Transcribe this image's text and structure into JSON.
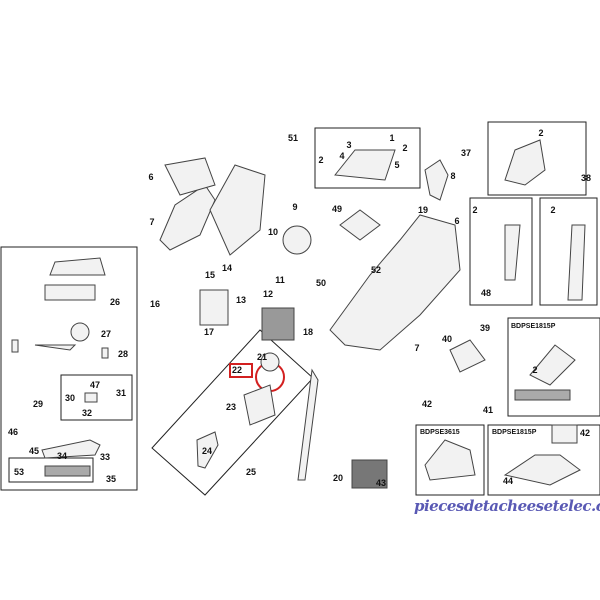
{
  "diagram": {
    "labels": [
      "51",
      "3",
      "1",
      "2",
      "4",
      "2",
      "5",
      "37",
      "2",
      "6",
      "8",
      "38",
      "7",
      "9",
      "49",
      "19",
      "6",
      "2",
      "2",
      "10",
      "11",
      "14",
      "15",
      "12",
      "13",
      "52",
      "50",
      "48",
      "16",
      "26",
      "17",
      "18",
      "39",
      "27",
      "28",
      "40",
      "7",
      "2",
      "21",
      "22",
      "23",
      "47",
      "31",
      "29",
      "30",
      "32",
      "41",
      "42",
      "46",
      "45",
      "34",
      "33",
      "24",
      "20",
      "25",
      "53",
      "35",
      "43",
      "44",
      "42"
    ],
    "models": {
      "box41": "BDPSE1815P",
      "box42a": "BDPSE3615",
      "box42b": "BDPSE1815P"
    },
    "highlight_color": "#d32020",
    "watermark": "piecesdetacheesetelec.com"
  }
}
